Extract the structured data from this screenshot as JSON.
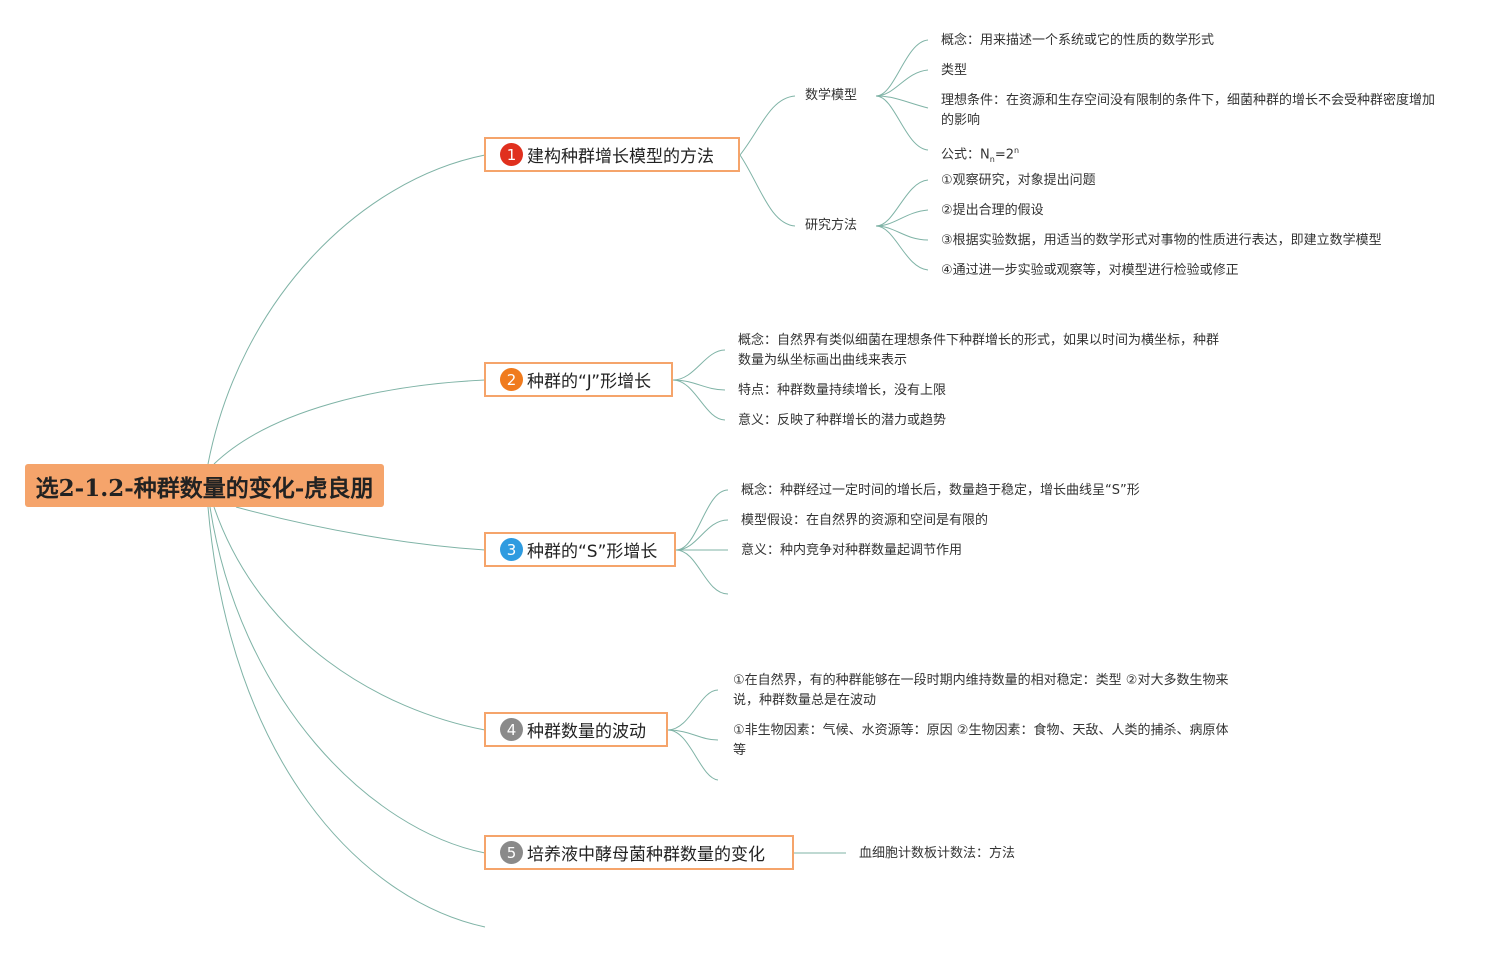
{
  "colors": {
    "accent": "#f5a46b",
    "line": "#7fb3a6",
    "badge1": "#e0301e",
    "badge2": "#f07b1e",
    "badge3": "#2e9be0",
    "badge4": "#8a8a8a",
    "badge5": "#8a8a8a"
  },
  "root": {
    "label": "选2-1.2-种群数量的变化-虎良朋"
  },
  "branches": [
    {
      "number": "1",
      "label": "建构种群增长模型的方法"
    },
    {
      "number": "2",
      "label": "种群的“J”形增长"
    },
    {
      "number": "3",
      "label": "种群的“S”形增长"
    },
    {
      "number": "4",
      "label": "种群数量的波动"
    },
    {
      "number": "5",
      "label": "培养液中酵母菌种群数量的变化"
    }
  ],
  "b1": {
    "math_model": {
      "label": "数学模型",
      "items": [
        "概念：用来描述一个系统或它的性质的数学形式",
        "类型",
        "理想条件：在资源和生存空间没有限制的条件下，细菌种群的增长不会受种群密度增加的影响"
      ],
      "formula": {
        "prefix": "公式：N",
        "sub": "n",
        "mid": "=2",
        "sup": "n"
      }
    },
    "research": {
      "label": "研究方法",
      "items": [
        "①观察研究，对象提出问题",
        "②提出合理的假设",
        "③根据实验数据，用适当的数学形式对事物的性质进行表达，即建立数学模型",
        "④通过进一步实验或观察等，对模型进行检验或修正"
      ]
    }
  },
  "b2": {
    "items": [
      "概念：自然界有类似细菌在理想条件下种群增长的形式，如果以时间为横坐标，种群数量为纵坐标画出曲线来表示",
      "特点：种群数量持续增长，没有上限",
      "意义：反映了种群增长的潜力或趋势"
    ]
  },
  "b3": {
    "items": [
      "概念：种群经过一定时间的增长后，数量趋于稳定，增长曲线呈“S”形",
      "模型假设：在自然界的资源和空间是有限的",
      "意义：种内竞争对种群数量起调节作用"
    ]
  },
  "b4": {
    "items": [
      "①在自然界，有的种群能够在一段时期内维持数量的相对稳定：类型 ②对大多数生物来说，种群数量总是在波动",
      "①非生物因素：气候、水资源等：原因 ②生物因素：食物、天敌、人类的捕杀、病原体等"
    ]
  },
  "b5": {
    "items": [
      "血细胞计数板计数法：方法"
    ]
  }
}
